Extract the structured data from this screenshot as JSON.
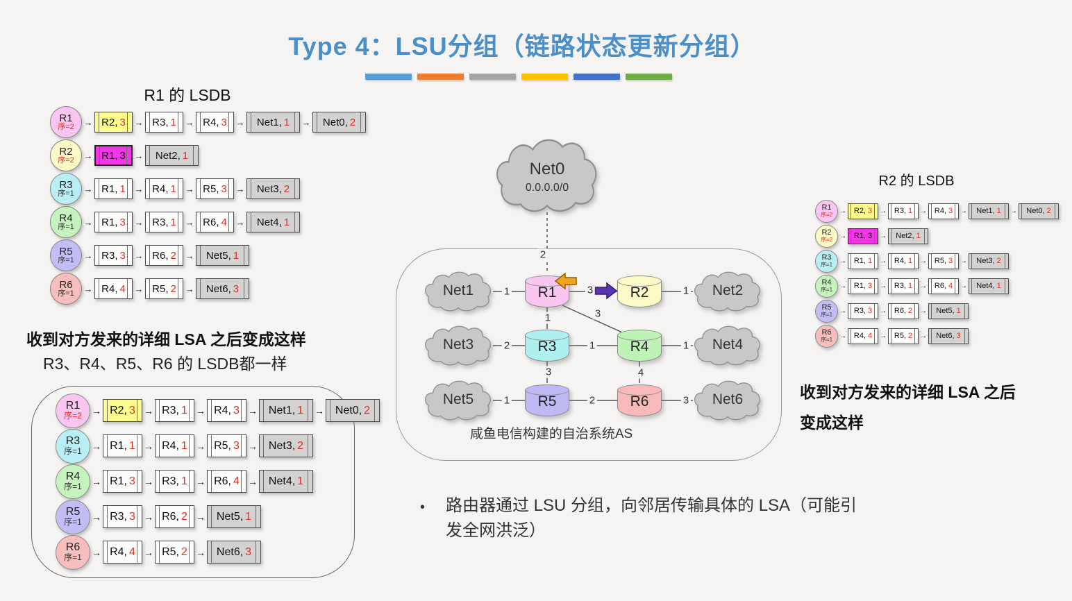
{
  "title": "Type 4：LSU分组（链路状态更新分组）",
  "divider_bar_colors": [
    "#5B9BD5",
    "#ED7D31",
    "#A5A5A5",
    "#FFC000",
    "#4472C4",
    "#70AD47"
  ],
  "notes": {
    "left_bold": "收到对方发来的详细 LSA 之后变成这样",
    "left_sub": "R3、R4、R5、R6 的 LSDB都一样",
    "right_bold_line1": "收到对方发来的详细 LSA 之后",
    "right_bold_line2": "变成这样",
    "bullet_marker": "•",
    "bullet_line1": "路由器通过 LSU 分组，向邻居传输具体的 LSA（可能引",
    "bullet_line2": "发全网洪泛）"
  },
  "lsdb_r1": {
    "title": "R1 的 LSDB",
    "rows": [
      {
        "router": "R1",
        "seq": "序=2",
        "seq_red": true,
        "color": "#f8c6f1",
        "entries": [
          {
            "name": "R2",
            "cost": "3",
            "style": "yellow"
          },
          {
            "name": "R3",
            "cost": "1",
            "style": "white"
          },
          {
            "name": "R4",
            "cost": "3",
            "style": "white"
          },
          {
            "name": "Net1",
            "cost": "1",
            "style": "gray"
          },
          {
            "name": "Net0",
            "cost": "2",
            "style": "gray"
          }
        ]
      },
      {
        "router": "R2",
        "seq": "序=2",
        "seq_red": true,
        "color": "#fafac6",
        "entries": [
          {
            "name": "R1",
            "cost": "3",
            "style": "magenta"
          },
          {
            "name": "Net2",
            "cost": "1",
            "style": "gray"
          }
        ]
      },
      {
        "router": "R3",
        "seq": "序=1",
        "seq_red": false,
        "color": "#b9eff4",
        "entries": [
          {
            "name": "R1",
            "cost": "1",
            "style": "white"
          },
          {
            "name": "R4",
            "cost": "1",
            "style": "white"
          },
          {
            "name": "R5",
            "cost": "3",
            "style": "white"
          },
          {
            "name": "Net3",
            "cost": "2",
            "style": "gray"
          }
        ]
      },
      {
        "router": "R4",
        "seq": "序=1",
        "seq_red": false,
        "color": "#c4f3bd",
        "entries": [
          {
            "name": "R1",
            "cost": "3",
            "style": "white"
          },
          {
            "name": "R3",
            "cost": "1",
            "style": "white"
          },
          {
            "name": "R6",
            "cost": "4",
            "style": "white"
          },
          {
            "name": "Net4",
            "cost": "1",
            "style": "gray"
          }
        ]
      },
      {
        "router": "R5",
        "seq": "序=1",
        "seq_red": false,
        "color": "#c2bdf5",
        "entries": [
          {
            "name": "R3",
            "cost": "3",
            "style": "white"
          },
          {
            "name": "R6",
            "cost": "2",
            "style": "white"
          },
          {
            "name": "Net5",
            "cost": "1",
            "style": "gray"
          }
        ]
      },
      {
        "router": "R6",
        "seq": "序=1",
        "seq_red": false,
        "color": "#f8bdbd",
        "entries": [
          {
            "name": "R4",
            "cost": "4",
            "style": "white"
          },
          {
            "name": "R5",
            "cost": "2",
            "style": "white"
          },
          {
            "name": "Net6",
            "cost": "3",
            "style": "gray"
          }
        ]
      }
    ]
  },
  "lsdb_r2": {
    "title": "R2 的 LSDB",
    "rows": [
      {
        "router": "R1",
        "seq": "序=2",
        "seq_red": true,
        "color": "#f8c6f1",
        "entries": [
          {
            "name": "R2",
            "cost": "3",
            "style": "yellow"
          },
          {
            "name": "R3",
            "cost": "1",
            "style": "white"
          },
          {
            "name": "R4",
            "cost": "3",
            "style": "white"
          },
          {
            "name": "Net1",
            "cost": "1",
            "style": "gray"
          },
          {
            "name": "Net0",
            "cost": "2",
            "style": "gray"
          }
        ]
      },
      {
        "router": "R2",
        "seq": "序=2",
        "seq_red": true,
        "color": "#fafac6",
        "entries": [
          {
            "name": "R1",
            "cost": "3",
            "style": "magenta"
          },
          {
            "name": "Net2",
            "cost": "1",
            "style": "gray"
          }
        ]
      },
      {
        "router": "R3",
        "seq": "序=1",
        "seq_red": false,
        "color": "#b9eff4",
        "entries": [
          {
            "name": "R1",
            "cost": "1",
            "style": "white"
          },
          {
            "name": "R4",
            "cost": "1",
            "style": "white"
          },
          {
            "name": "R5",
            "cost": "3",
            "style": "white"
          },
          {
            "name": "Net3",
            "cost": "2",
            "style": "gray"
          }
        ]
      },
      {
        "router": "R4",
        "seq": "序=1",
        "seq_red": false,
        "color": "#c4f3bd",
        "entries": [
          {
            "name": "R1",
            "cost": "3",
            "style": "white"
          },
          {
            "name": "R3",
            "cost": "1",
            "style": "white"
          },
          {
            "name": "R6",
            "cost": "4",
            "style": "white"
          },
          {
            "name": "Net4",
            "cost": "1",
            "style": "gray"
          }
        ]
      },
      {
        "router": "R5",
        "seq": "序=1",
        "seq_red": false,
        "color": "#c2bdf5",
        "entries": [
          {
            "name": "R3",
            "cost": "3",
            "style": "white"
          },
          {
            "name": "R6",
            "cost": "2",
            "style": "white"
          },
          {
            "name": "Net5",
            "cost": "1",
            "style": "gray"
          }
        ]
      },
      {
        "router": "R6",
        "seq": "序=1",
        "seq_red": false,
        "color": "#f8bdbd",
        "entries": [
          {
            "name": "R4",
            "cost": "4",
            "style": "white"
          },
          {
            "name": "R5",
            "cost": "2",
            "style": "white"
          },
          {
            "name": "Net6",
            "cost": "3",
            "style": "gray"
          }
        ]
      }
    ]
  },
  "lsdb_shared": {
    "rows": [
      {
        "router": "R1",
        "seq": "序=2",
        "seq_red": true,
        "color": "#f8c6f1",
        "entries": [
          {
            "name": "R2",
            "cost": "3",
            "style": "yellow"
          },
          {
            "name": "R3",
            "cost": "1",
            "style": "white"
          },
          {
            "name": "R4",
            "cost": "3",
            "style": "white"
          },
          {
            "name": "Net1",
            "cost": "1",
            "style": "gray"
          },
          {
            "name": "Net0",
            "cost": "2",
            "style": "gray"
          }
        ]
      },
      {
        "router": "R3",
        "seq": "序=1",
        "seq_red": false,
        "color": "#b9eff4",
        "entries": [
          {
            "name": "R1",
            "cost": "1",
            "style": "white"
          },
          {
            "name": "R4",
            "cost": "1",
            "style": "white"
          },
          {
            "name": "R5",
            "cost": "3",
            "style": "white"
          },
          {
            "name": "Net3",
            "cost": "2",
            "style": "gray"
          }
        ]
      },
      {
        "router": "R4",
        "seq": "序=1",
        "seq_red": false,
        "color": "#c4f3bd",
        "entries": [
          {
            "name": "R1",
            "cost": "3",
            "style": "white"
          },
          {
            "name": "R3",
            "cost": "1",
            "style": "white"
          },
          {
            "name": "R6",
            "cost": "4",
            "style": "white"
          },
          {
            "name": "Net4",
            "cost": "1",
            "style": "gray"
          }
        ]
      },
      {
        "router": "R5",
        "seq": "序=1",
        "seq_red": false,
        "color": "#c2bdf5",
        "entries": [
          {
            "name": "R3",
            "cost": "3",
            "style": "white"
          },
          {
            "name": "R6",
            "cost": "2",
            "style": "white"
          },
          {
            "name": "Net5",
            "cost": "1",
            "style": "gray"
          }
        ]
      },
      {
        "router": "R6",
        "seq": "序=1",
        "seq_red": false,
        "color": "#f8bdbd",
        "entries": [
          {
            "name": "R4",
            "cost": "4",
            "style": "white"
          },
          {
            "name": "R5",
            "cost": "2",
            "style": "white"
          },
          {
            "name": "Net6",
            "cost": "3",
            "style": "gray"
          }
        ]
      }
    ]
  },
  "topology": {
    "caption": "咸鱼电信构建的自治系统AS",
    "cloud_color": "#c9c8c6",
    "nodes": [
      {
        "id": "net0",
        "label": "Net0",
        "sub": "0.0.0.0/0",
        "type": "cloud"
      },
      {
        "id": "net1",
        "label": "Net1",
        "type": "cloud"
      },
      {
        "id": "net2",
        "label": "Net2",
        "type": "cloud"
      },
      {
        "id": "net3",
        "label": "Net3",
        "type": "cloud"
      },
      {
        "id": "net4",
        "label": "Net4",
        "type": "cloud"
      },
      {
        "id": "net5",
        "label": "Net5",
        "type": "cloud"
      },
      {
        "id": "net6",
        "label": "Net6",
        "type": "cloud"
      },
      {
        "id": "r1",
        "label": "R1",
        "type": "cyl",
        "color": "#f8c6f1"
      },
      {
        "id": "r2",
        "label": "R2",
        "type": "cyl",
        "color": "#fafac6"
      },
      {
        "id": "r3",
        "label": "R3",
        "type": "cyl",
        "color": "#aeeff0"
      },
      {
        "id": "r4",
        "label": "R4",
        "type": "cyl",
        "color": "#bef2b6"
      },
      {
        "id": "r5",
        "label": "R5",
        "type": "cyl",
        "color": "#bfb9f3"
      },
      {
        "id": "r6",
        "label": "R6",
        "type": "cyl",
        "color": "#f7b9b9"
      }
    ],
    "links": [
      {
        "id": "net0-r1",
        "cost": "2"
      },
      {
        "id": "net1-r1",
        "cost": "1"
      },
      {
        "id": "r1-r2",
        "cost": "3"
      },
      {
        "id": "r2-net2",
        "cost": "1"
      },
      {
        "id": "r1-r3",
        "cost": "1"
      },
      {
        "id": "r1-r4",
        "cost": "3"
      },
      {
        "id": "net3-r3",
        "cost": "2"
      },
      {
        "id": "r3-r4",
        "cost": "1"
      },
      {
        "id": "r4-net4",
        "cost": "1"
      },
      {
        "id": "r3-r5",
        "cost": "3"
      },
      {
        "id": "r4-r6",
        "cost": "4"
      },
      {
        "id": "net5-r5",
        "cost": "1"
      },
      {
        "id": "r5-r6",
        "cost": "2"
      },
      {
        "id": "r6-net6",
        "cost": "3"
      }
    ]
  }
}
